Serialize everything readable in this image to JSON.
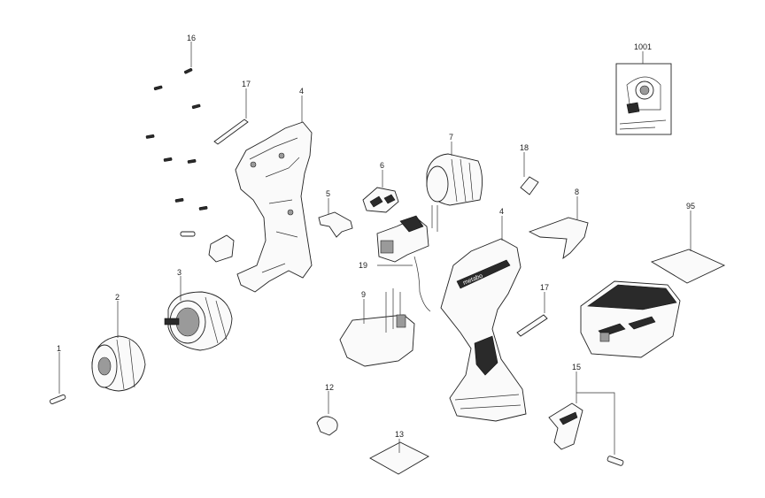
{
  "diagram": {
    "callouts": {
      "p1": "1",
      "p2": "2",
      "p3": "3",
      "p4a": "4",
      "p4b": "4",
      "p5": "5",
      "p6": "6",
      "p7": "7",
      "p8": "8",
      "p9": "9",
      "p12": "12",
      "p13": "13",
      "p15": "15",
      "p16": "16",
      "p17a": "17",
      "p17b": "17",
      "p18": "18",
      "p19": "19",
      "p95": "95",
      "p1001": "1001"
    },
    "brand_mark": "metabo"
  },
  "colors": {
    "line": "#222222",
    "fill": "#fafafa",
    "dark": "#2a2a2a"
  }
}
